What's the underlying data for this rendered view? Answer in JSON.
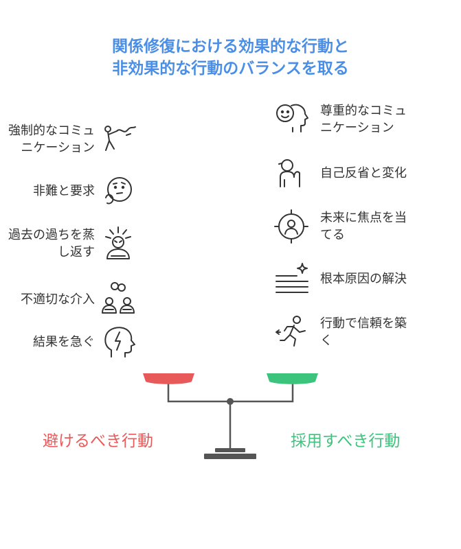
{
  "title": {
    "line1": "関係修復における効果的な行動と",
    "line2": "非効果的な行動のバランスを取る"
  },
  "avoid": {
    "caption": "避けるべき行動",
    "items": [
      {
        "line1": "強制的なコミュ",
        "line2": "ニケーション",
        "icon": "person-pulling-rope-icon"
      },
      {
        "line1": "非難と要求",
        "line2": "",
        "icon": "pondering-face-icon"
      },
      {
        "line1": "過去の過ちを蒸",
        "line2": "し返す",
        "icon": "stressed-person-icon"
      },
      {
        "line1": "不適切な介入",
        "line2": "",
        "icon": "intervening-people-icon"
      },
      {
        "line1": "結果を急ぐ",
        "line2": "",
        "icon": "lightning-head-icon"
      }
    ]
  },
  "adopt": {
    "caption": "採用すべき行動",
    "items": [
      {
        "line1": "尊重的なコミュ",
        "line2": "ニケーション",
        "icon": "smiling-head-icon"
      },
      {
        "line1": "自己反省と変化",
        "line2": "",
        "icon": "reflecting-person-icon"
      },
      {
        "line1": "未来に焦点を当",
        "line2": "てる",
        "icon": "target-person-icon"
      },
      {
        "line1": "根本原因の解決",
        "line2": "",
        "icon": "sparkle-lines-icon"
      },
      {
        "line1": "行動で信頼を築",
        "line2": "く",
        "icon": "running-person-icon"
      }
    ]
  },
  "colors": {
    "title": "#4a8ee6",
    "avoid": "#e85a5a",
    "adopt": "#3cc47c",
    "scale": "#555555"
  }
}
